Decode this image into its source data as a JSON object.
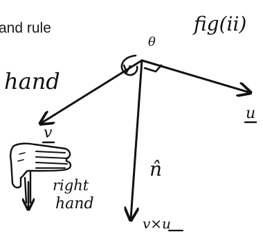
{
  "caption": "and rule",
  "figure_label": "fig(ii)",
  "angle_label": "θ",
  "hand_label_top": "hand",
  "vector_u_label": "u",
  "vector_v_label": "v",
  "normal_label": "n̂",
  "right_hand_label_line1": "right",
  "right_hand_label_line2": "hand",
  "cross_product_label": "v×u",
  "colors": {
    "ink": "#111111",
    "background": "#ffffff"
  }
}
